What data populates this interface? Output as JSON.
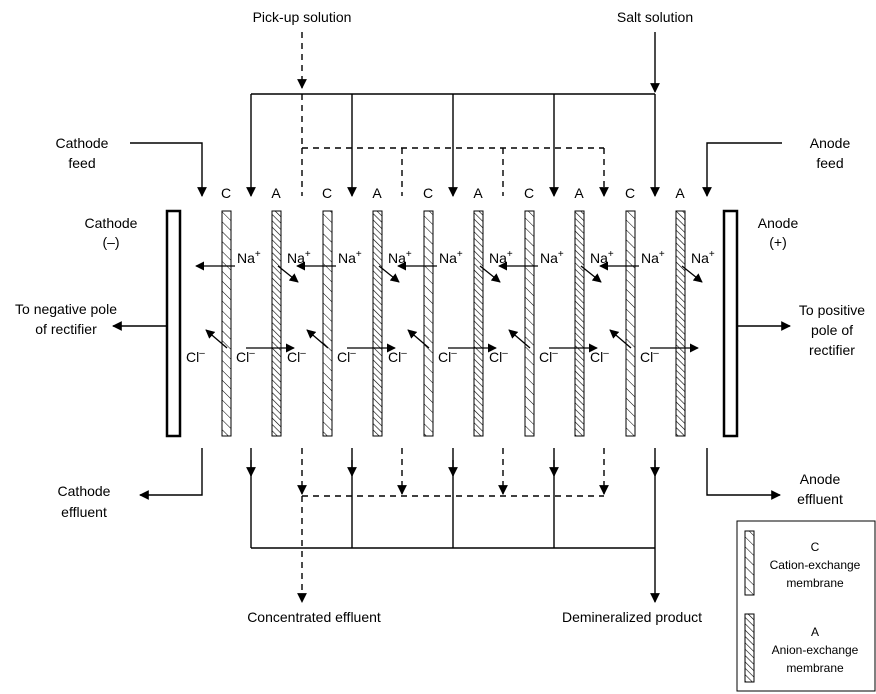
{
  "flows": {
    "pickup": "Pick-up solution",
    "salt": "Salt solution",
    "cathode_feed": [
      "Cathode",
      "feed"
    ],
    "anode_feed": [
      "Anode",
      "feed"
    ],
    "cathode_effluent": [
      "Cathode",
      "effluent"
    ],
    "anode_effluent": [
      "Anode",
      "effluent"
    ],
    "concentrated": "Concentrated effluent",
    "demineralized": "Demineralized product"
  },
  "electrodes": {
    "cathode": [
      "Cathode",
      "(–)"
    ],
    "anode": [
      "Anode",
      "(+)"
    ],
    "negative_pole": [
      "To negative pole",
      "of rectifier"
    ],
    "positive_pole": [
      "To positive",
      "pole of",
      "rectifier"
    ]
  },
  "membranes": [
    "C",
    "A",
    "C",
    "A",
    "C",
    "A",
    "C",
    "A",
    "C",
    "A"
  ],
  "ions": {
    "cation": "Na",
    "cation_charge": "+",
    "anion": "Cl",
    "anion_charge": "–"
  },
  "legend": {
    "cation": {
      "letter": "C",
      "lines": [
        "Cation-exchange",
        "membrane"
      ]
    },
    "anion": {
      "letter": "A",
      "lines": [
        "Anion-exchange",
        "membrane"
      ]
    }
  }
}
